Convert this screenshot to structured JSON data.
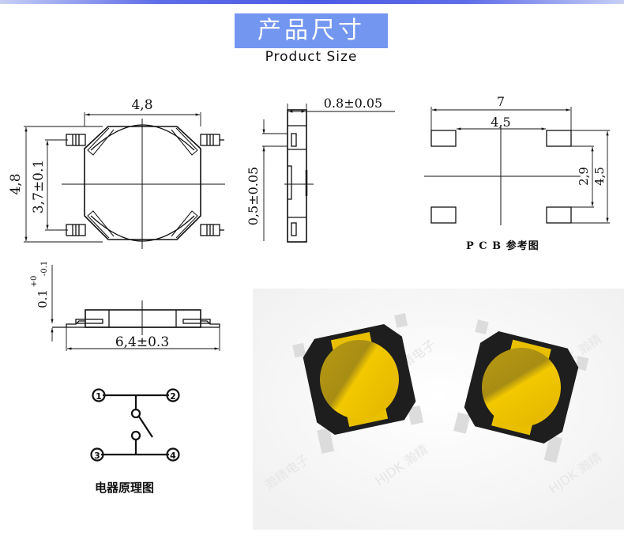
{
  "header": {
    "title_cn": "产品尺寸",
    "title_en": "Product Size",
    "accent_color": "#7396f0",
    "bar_color": "#4b5ae3"
  },
  "top_view": {
    "width_label": "4,8",
    "height_label": "4,8",
    "pin_pitch_label": "3,7±0.1"
  },
  "side_view_end": {
    "thickness_label": "0.8±0.05",
    "pin_width_label": "0,5±0.05"
  },
  "pcb_view": {
    "outer_span_label": "7",
    "inner_span_label": "4,5",
    "inner_height_label": "2,9",
    "outer_height_label": "4,5",
    "caption": "P C B 参考图"
  },
  "side_view_front": {
    "length_label": "6,4±0.3",
    "standoff_label": "0.1",
    "standoff_tol_plus": "+0",
    "standoff_tol_minus": "-0.1"
  },
  "schematic": {
    "pins": [
      "1",
      "2",
      "3",
      "4"
    ],
    "caption": "电器原理图"
  },
  "photo": {
    "watermark_brand": "HJDK",
    "watermark_cn": "瀚精电子",
    "dome_color": "#e8c000",
    "body_color": "#1e1e1e",
    "lead_color": "#dcdcdc"
  }
}
